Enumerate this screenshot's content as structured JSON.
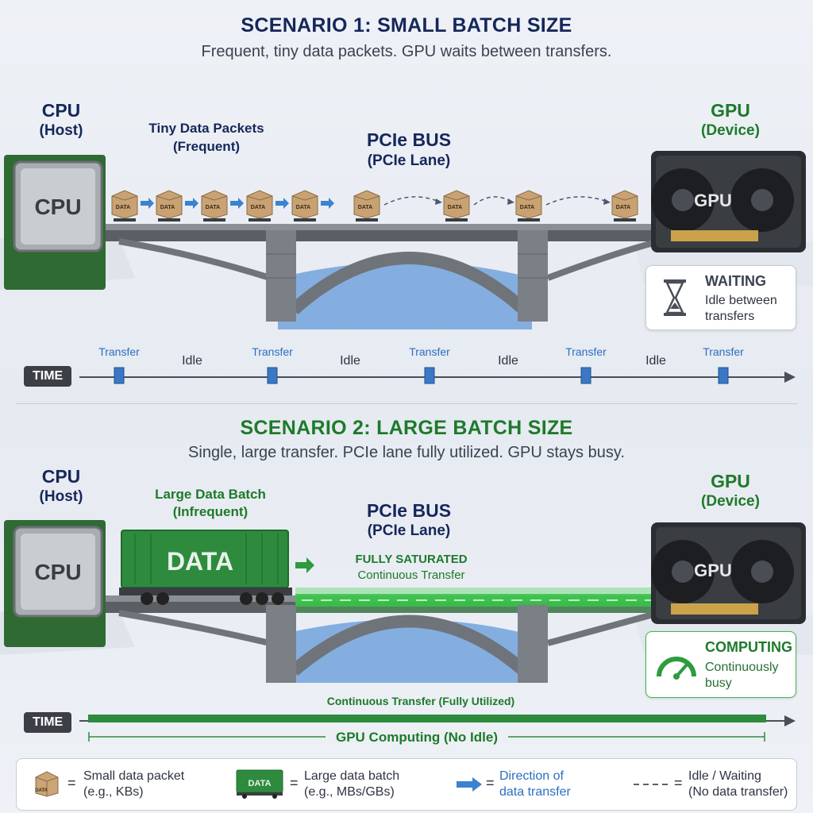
{
  "scenario1": {
    "title": "SCENARIO 1: SMALL BATCH SIZE",
    "subtitle": "Frequent, tiny data packets. GPU waits between transfers.",
    "cpu_label": "CPU",
    "cpu_sub": "(Host)",
    "cpu_chip": "CPU",
    "gpu_label": "GPU",
    "gpu_sub": "(Device)",
    "gpu_card": "GPU",
    "packets_label": "Tiny Data Packets",
    "packets_sub": "(Frequent)",
    "packet_text": "DATA",
    "bus_label": "PCIe BUS",
    "bus_sub": "(PCIe Lane)",
    "status_title": "WAITING",
    "status_line1": "Idle between",
    "status_line2": "transfers",
    "time_label": "TIME",
    "timeline": [
      "Transfer",
      "Idle",
      "Transfer",
      "Idle",
      "Transfer",
      "Idle",
      "Transfer",
      "Idle",
      "Transfer"
    ]
  },
  "scenario2": {
    "title": "SCENARIO 2: LARGE BATCH SIZE",
    "subtitle": "Single, large transfer. PCIe lane fully utilized. GPU stays busy.",
    "cpu_label": "CPU",
    "cpu_sub": "(Host)",
    "cpu_chip": "CPU",
    "gpu_label": "GPU",
    "gpu_sub": "(Device)",
    "gpu_card": "GPU",
    "batch_label": "Large Data Batch",
    "batch_sub": "(Infrequent)",
    "container_text": "DATA",
    "bus_label": "PCIe BUS",
    "bus_sub": "(PCIe Lane)",
    "saturated_label": "FULLY SATURATED",
    "saturated_sub": "Continuous Transfer",
    "status_title": "COMPUTING",
    "status_line1": "Continuously",
    "status_line2": "busy",
    "time_label": "TIME",
    "transfer_bar_label": "Continuous Transfer (Fully Utilized)",
    "compute_label": "GPU Computing (No Idle)"
  },
  "legend": {
    "packet_text": "DATA",
    "packet_line1": "Small data packet",
    "packet_line2": "(e.g., KBs)",
    "batch_text": "DATA",
    "batch_line1": "Large data batch",
    "batch_line2": "(e.g., MBs/GBs)",
    "arrow_line1": "Direction of",
    "arrow_line2": "data transfer",
    "dash_line1": "Idle / Waiting",
    "dash_line2": "(No data transfer)",
    "equals": "="
  },
  "colors": {
    "navy": "#15275a",
    "green": "#1d7a2a",
    "blue_arrow": "#3b82d0",
    "container": "#2e8b3e",
    "bus_glow": "#3fd24f"
  }
}
